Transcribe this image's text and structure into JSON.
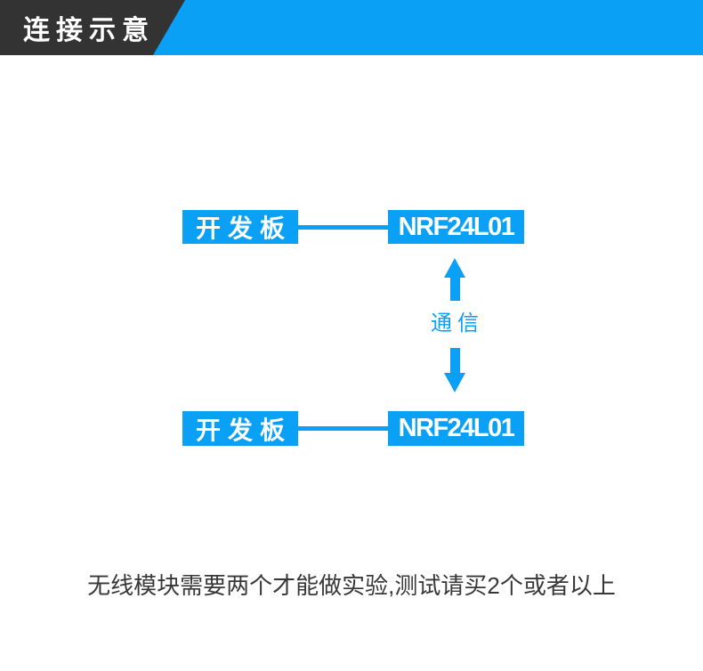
{
  "colors": {
    "accent_blue": "#0aa0f5",
    "banner_dark": "#333333",
    "box_text": "#ffffff",
    "caption_text": "#383838",
    "background": "#ffffff"
  },
  "header": {
    "title": "连接示意"
  },
  "diagram": {
    "rows": [
      {
        "left_label": "开发板",
        "right_label": "NRF24L01"
      },
      {
        "left_label": "开发板",
        "right_label": "NRF24L01"
      }
    ],
    "link": {
      "label": "通信",
      "up_arrow_icon": "arrow-up-icon",
      "down_arrow_icon": "arrow-down-icon"
    }
  },
  "caption": {
    "text": "无线模块需要两个才能做实验,测试请买2个或者以上"
  }
}
